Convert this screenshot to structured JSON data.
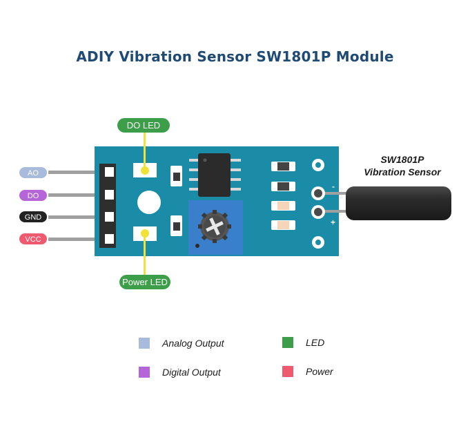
{
  "title": "ADIY Vibration Sensor SW1801P Module",
  "sensor": {
    "line1": "SW1801P",
    "line2": "Vibration Sensor"
  },
  "callouts": {
    "do_led": "DO LED",
    "power_led": "Power LED"
  },
  "pins": [
    {
      "label": "AO",
      "color": "#a8bbdc"
    },
    {
      "label": "DO",
      "color": "#b565d8"
    },
    {
      "label": "GND",
      "color": "#222222"
    },
    {
      "label": "VCC",
      "color": "#f05a6e"
    }
  ],
  "polarity": {
    "minus": "-",
    "plus": "+"
  },
  "legend": [
    {
      "label": "Analog Output",
      "color": "#a8bbdc"
    },
    {
      "label": "LED",
      "color": "#3d9e4a"
    },
    {
      "label": "Digital Output",
      "color": "#b565d8"
    },
    {
      "label": "Power",
      "color": "#f05a6e"
    }
  ],
  "colors": {
    "board": "#1a8ca7",
    "pot": "#3a7fcc",
    "callout_green": "#3d9e4a",
    "led_yellow": "#f1e23a",
    "title": "#1f4a73"
  }
}
